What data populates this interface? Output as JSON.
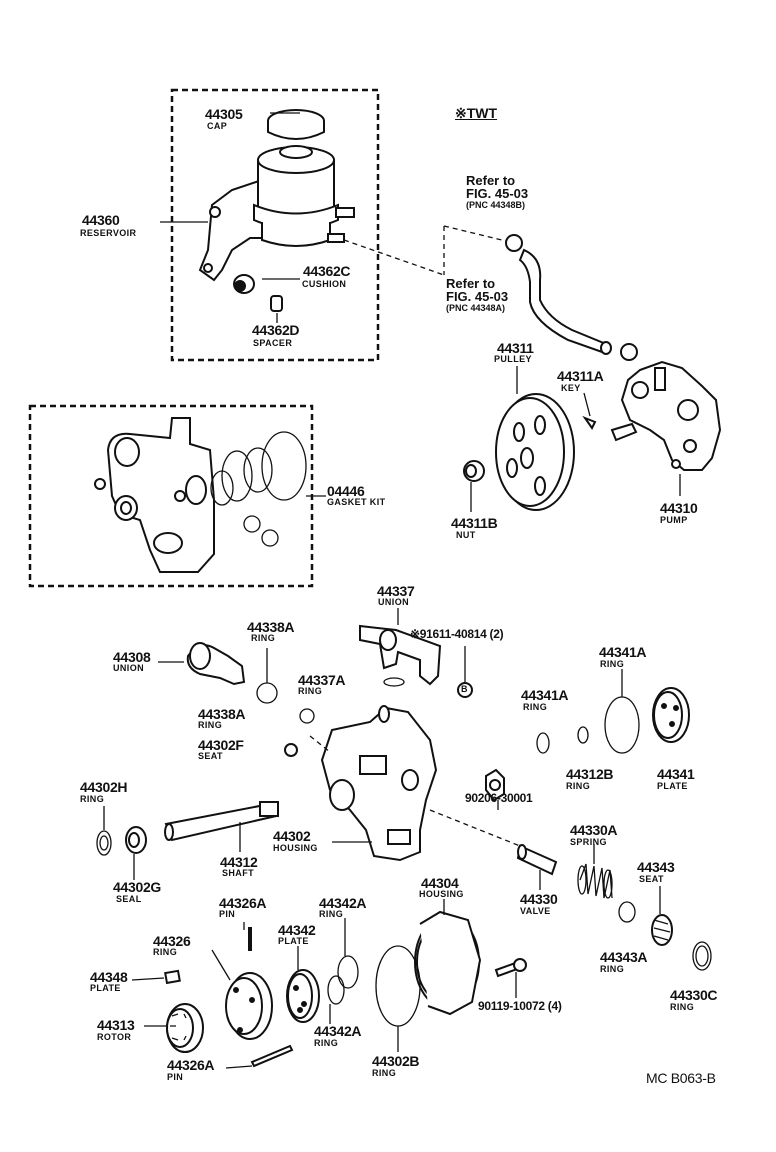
{
  "header": {
    "twt": "※TWT"
  },
  "footer": {
    "code": "MC  B063-B"
  },
  "refs": {
    "r1": {
      "line1": "Refer  to",
      "line2": "FIG. 45-03",
      "line3": "(PNC  44348B)"
    },
    "r2": {
      "line1": "Refer  to",
      "line2": "FIG. 45-03",
      "line3": "(PNC  44348A)"
    }
  },
  "parts": {
    "p44305": {
      "num": "44305",
      "name": "CAP"
    },
    "p44360": {
      "num": "44360",
      "name": "RESERVOIR"
    },
    "p44362C": {
      "num": "44362C",
      "name": "CUSHION"
    },
    "p44362D": {
      "num": "44362D",
      "name": "SPACER"
    },
    "p44311": {
      "num": "44311",
      "name": "PULLEY"
    },
    "p44311A": {
      "num": "44311A",
      "name": "KEY"
    },
    "p04446": {
      "num": "04446",
      "name": "GASKET KIT"
    },
    "p44311B": {
      "num": "44311B",
      "name": "NUT"
    },
    "p44310": {
      "num": "44310",
      "name": "PUMP"
    },
    "p44337": {
      "num": "44337",
      "name": "UNION"
    },
    "p91611": {
      "num": "※91611-40814 (2)"
    },
    "p44338A_1": {
      "num": "44338A",
      "name": "RING"
    },
    "p44308": {
      "num": "44308",
      "name": "UNION"
    },
    "p44337A": {
      "num": "44337A",
      "name": "RING"
    },
    "p44341A_1": {
      "num": "44341A",
      "name": "RING"
    },
    "p44341A_2": {
      "num": "44341A",
      "name": "RING"
    },
    "p44338A_2": {
      "num": "44338A",
      "name": "RING"
    },
    "p44302F": {
      "num": "44302F",
      "name": "SEAT"
    },
    "p44312B": {
      "num": "44312B",
      "name": "RING"
    },
    "p44341": {
      "num": "44341",
      "name": "PLATE"
    },
    "p90206": {
      "num": "90206-30001"
    },
    "p44302H": {
      "num": "44302H",
      "name": "RING"
    },
    "p44302": {
      "num": "44302",
      "name": "HOUSING"
    },
    "p44312": {
      "num": "44312",
      "name": "SHAFT"
    },
    "p44302G": {
      "num": "44302G",
      "name": "SEAL"
    },
    "p44330A": {
      "num": "44330A",
      "name": "SPRING"
    },
    "p44343": {
      "num": "44343",
      "name": "SEAT"
    },
    "p44304": {
      "num": "44304",
      "name": "HOUSING"
    },
    "p44330": {
      "num": "44330",
      "name": "VALVE"
    },
    "p44326A_1": {
      "num": "44326A",
      "name": "PIN"
    },
    "p44342A_1": {
      "num": "44342A",
      "name": "RING"
    },
    "p44326": {
      "num": "44326",
      "name": "RING"
    },
    "p44342": {
      "num": "44342",
      "name": "PLATE"
    },
    "p44343A": {
      "num": "44343A",
      "name": "RING"
    },
    "p44348": {
      "num": "44348",
      "name": "PLATE"
    },
    "p44330C": {
      "num": "44330C",
      "name": "RING"
    },
    "p90119": {
      "num": "90119-10072 (4)"
    },
    "p44313": {
      "num": "44313",
      "name": "ROTOR"
    },
    "p44342A_2": {
      "num": "44342A",
      "name": "RING"
    },
    "p44302B": {
      "num": "44302B",
      "name": "RING"
    },
    "p44326A_2": {
      "num": "44326A",
      "name": "PIN"
    }
  },
  "symbols": {
    "b_marker": "B"
  }
}
